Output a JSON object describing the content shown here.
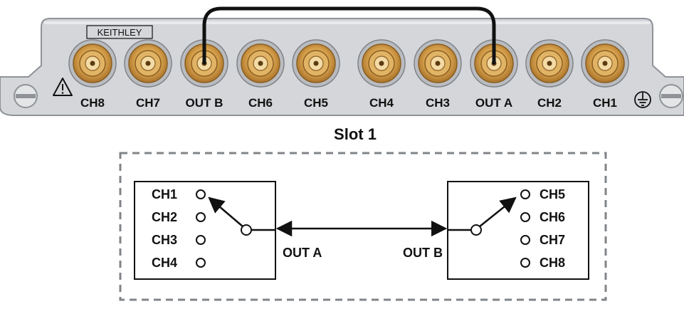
{
  "panel": {
    "brand": "KEITHLEY",
    "connectors": [
      {
        "label": "CH8"
      },
      {
        "label": "CH7"
      },
      {
        "label": "OUT B"
      },
      {
        "label": "CH6"
      },
      {
        "label": "CH5"
      },
      {
        "label": "CH4"
      },
      {
        "label": "CH3"
      },
      {
        "label": "OUT A"
      },
      {
        "label": "CH2"
      },
      {
        "label": "CH1"
      }
    ],
    "colors": {
      "plate": "#d3d5d8",
      "plate_edge": "#9a9ea3",
      "bnc_outer": "#c8923c",
      "bnc_inner": "#f0cf8a",
      "cable": "#111111"
    }
  },
  "slot_label": "Slot 1",
  "schematic": {
    "left_channels": [
      "CH1",
      "CH2",
      "CH3",
      "CH4"
    ],
    "right_channels": [
      "CH5",
      "CH6",
      "CH7",
      "CH8"
    ],
    "out_a": "OUT A",
    "out_b": "OUT B"
  }
}
